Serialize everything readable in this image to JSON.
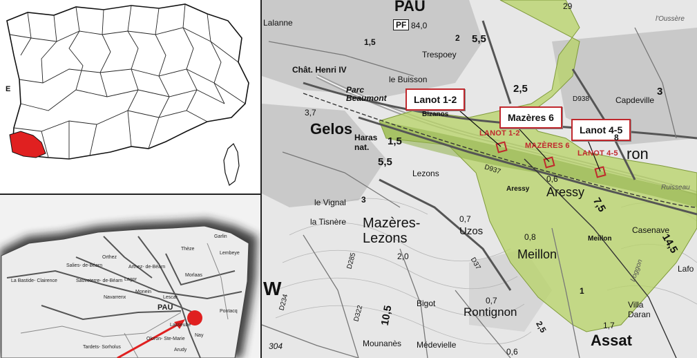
{
  "france_map": {
    "highlight_color": "#e02020",
    "edge_letter": "E"
  },
  "regional_map": {
    "labels": {
      "pau": "PAU",
      "oloron": "Oloron-\nSte-Marie",
      "lescar": "Lescar",
      "nay": "Nay",
      "morlaas": "Morlaas",
      "lembeye": "Lembeye",
      "thèze": "Thèze",
      "garlin": "Garlin",
      "arthez": "Arthez-\nde-Béarn",
      "salies": "Salies-\nde-Béarn",
      "sauveterre": "Sauveterre-\nde-Béarn",
      "navarrenx": "Navarrenx",
      "orthez": "Orthez",
      "monein": "Monein",
      "lagor": "Lagor",
      "tardets": "Tardets-\nSorholus",
      "arudy": "Arudy",
      "labastide": "La Bastide-\nClairence",
      "pontacq": "Pontacq",
      "lasseube": "Lasseube"
    },
    "marker_color": "#e02020"
  },
  "topo_map": {
    "sites": [
      {
        "box": "Lanot 1-2",
        "red": "LANOT 1-2"
      },
      {
        "box": "Mazères 6",
        "red": "MAZÈRES 6"
      },
      {
        "box": "Lanot 4-5",
        "red": "LANOT 4-5"
      }
    ],
    "site_color": "#c0282d",
    "zone_color": "#b9d46a",
    "places": {
      "pau": "PAU",
      "pf": "PF",
      "pf_alt": "84,0",
      "lalanne": "Lalanne",
      "trespoey": "Trespoey",
      "chat": "Chât. Henri IV",
      "buisson": "le Buisson",
      "parc": "Parc\nBeaumont",
      "bizanos": "Bizanos",
      "gelos": "Gelos",
      "haras": "Haras\nnat.",
      "lezons": "Lezons",
      "vignal": "le Vignal",
      "tisnere": "la Tisnère",
      "mazeres": "Mazères-\nLezons",
      "uzos": "Uzos",
      "aressy_small": "Aressy",
      "aressy": "Aressy",
      "meillon_small": "Meillon",
      "meillon": "Meillon",
      "casenave": "Casenave",
      "capdeville": "Capdeville",
      "ron": "ron",
      "bigot": "Bigot",
      "rontignon": "Rontignon",
      "mounanes": "Mounanès",
      "medevielle": "Médevielle",
      "villa": "Villa\nDaran",
      "assat": "Assat",
      "lafo": "Lafo",
      "ruisseau": "Ruisseau",
      "oussere": "l'Oussère",
      "loggon": "Loggon",
      "d938": "D938",
      "d937": "D937",
      "d285": "D285",
      "d234": "D234",
      "d37": "D37",
      "d322": "D322",
      "d304": "304",
      "w": "W",
      "n37": "3,7",
      "n55a": "5,5",
      "n55b": "5,5",
      "n15a": "1,5",
      "n15b": "1,5",
      "n25": "2,5",
      "n06": "0,6",
      "n07a": "0,7",
      "n07b": "0,7",
      "n08": "0,8",
      "n20": "2,0",
      "n75": "7,5",
      "n145": "14,5",
      "n105": "10,5",
      "n17": "1,7",
      "n25b": "2,5",
      "n29": "29",
      "n2": "2",
      "n3a": "3",
      "n3b": "3",
      "n1": "1",
      "n8": "8",
      "n06b": "0,6"
    }
  }
}
